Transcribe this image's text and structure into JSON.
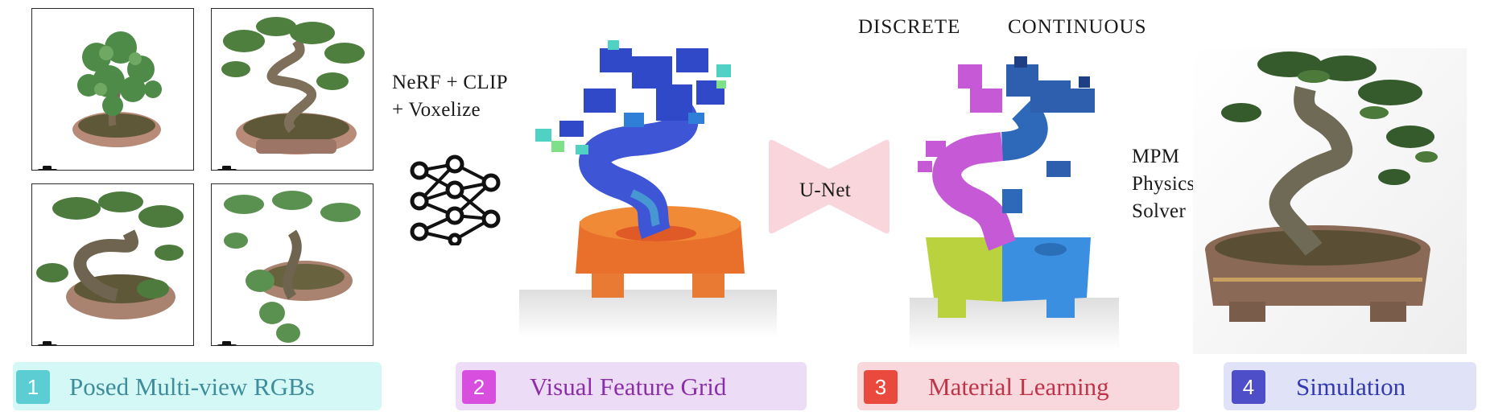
{
  "colors": {
    "stage1_bg": "#d3f8f6",
    "stage1_accent": "#5ccdd2",
    "stage1_text": "#3f8c9a",
    "stage2_bg": "#eddcf5",
    "stage2_accent": "#d84fe0",
    "stage2_text": "#8a2fa8",
    "stage3_bg": "#f8d8dd",
    "stage3_accent": "#ea4a3d",
    "stage3_text": "#c0344a",
    "stage4_bg": "#e0e3f8",
    "stage4_accent": "#4e4fc8",
    "stage4_text": "#3339b0",
    "unet_fill": "#f9d6db"
  },
  "inputs": {
    "views": [
      {
        "icon": "camera-icon"
      },
      {
        "icon": "camera-icon"
      },
      {
        "icon": "camera-icon"
      },
      {
        "icon": "camera-icon"
      }
    ]
  },
  "labels": {
    "nerf_line1": "NeRF + CLIP",
    "nerf_line2": "+ Voxelize",
    "unet": "U-Net",
    "discrete": "DISCRETE",
    "continuous": "CONTINUOUS",
    "mpm_line1": "MPM",
    "mpm_line2": "Physics",
    "mpm_line3": "Solver"
  },
  "stages": [
    {
      "number": "1",
      "label": "Posed Multi-view RGBs"
    },
    {
      "number": "2",
      "label": "Visual Feature Grid"
    },
    {
      "number": "3",
      "label": "Material Learning"
    },
    {
      "number": "4",
      "label": "Simulation"
    }
  ]
}
